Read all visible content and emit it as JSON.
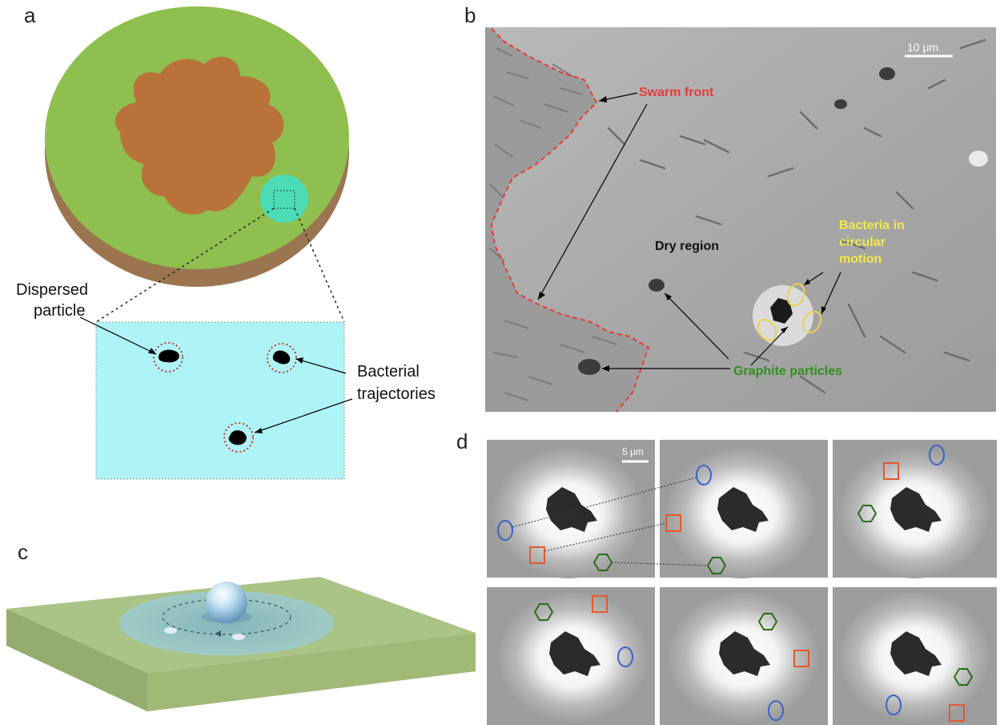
{
  "panels": {
    "a": {
      "letter": "a",
      "labels": {
        "dispersed_particle_line1": "Dispersed",
        "dispersed_particle_line2": "particle",
        "bacterial_trajectories_line1": "Bacterial",
        "bacterial_trajectories_line2": "trajectories"
      },
      "colors": {
        "agar": "#8fbf4f",
        "swarm": "#b9733a",
        "rim": "#9b7550",
        "zoom_bg": "#aef4f7",
        "highlight": "#3fe0c8"
      }
    },
    "b": {
      "letter": "b",
      "scale_bar": "10 μm",
      "labels": {
        "swarm_front": "Swarm front",
        "dry_region": "Dry region",
        "bacteria_circular_line1": "Bacteria in",
        "bacteria_circular_line2": "circular",
        "bacteria_circular_line3": "motion",
        "graphite_particles": "Graphite particles"
      },
      "colors": {
        "swarm_front": "#e63a3a",
        "circular": "#f2e84a",
        "graphite": "#2f8f1c"
      }
    },
    "c": {
      "letter": "c",
      "colors": {
        "slab": "#a9c486",
        "film": "#9cc7cf",
        "sphere": "#a8d0ea"
      }
    },
    "d": {
      "letter": "d",
      "scale_bar": "5 μm",
      "colors": {
        "circle": "#3a64c8",
        "square": "#e05a30",
        "hexagon": "#2e6b17"
      }
    }
  }
}
